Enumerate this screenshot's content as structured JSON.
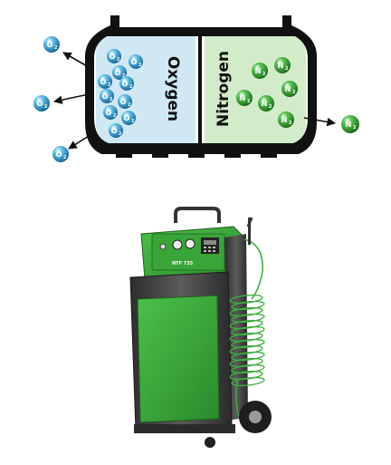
{
  "diagram": {
    "oxygen_label": "Oxygen",
    "nitrogen_label": "Nitrogen",
    "oxygen_molecule_symbol": "O",
    "oxygen_molecule_subscript": "2",
    "nitrogen_molecule_symbol": "N",
    "nitrogen_molecule_subscript": "2",
    "oxygen_color": "#2a8fc4",
    "nitrogen_color": "#2f9a2f",
    "oxygen_panel_color": "#cfe8f4",
    "nitrogen_panel_color": "#d2ecc9"
  },
  "device": {
    "model_label": "NTF 735",
    "body_color": "#4f4f4f",
    "panel_color": "#3aa83a",
    "hose_color": "#3fae3f"
  }
}
